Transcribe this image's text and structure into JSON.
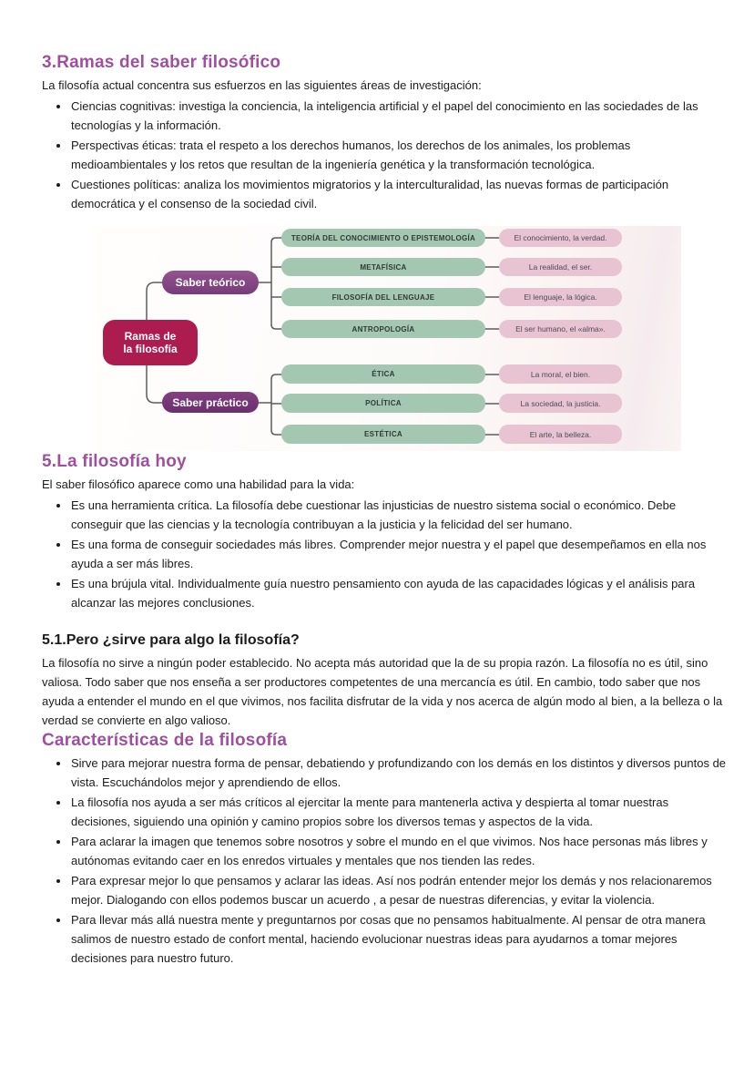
{
  "colors": {
    "heading": "#9e4f9d",
    "root_box": "#ad1c4f",
    "branch_box": "#7d3f7e",
    "discipline_box": "#a4c7b2",
    "object_box": "#e8c4d3"
  },
  "section_ramas": {
    "heading": "3.Ramas del saber filosófico",
    "intro": "La filosofía actual concentra sus esfuerzos en las siguientes áreas de investigación:",
    "bullets": [
      "Ciencias cognitivas: investiga la conciencia, la inteligencia artificial y el papel del conocimiento en las sociedades de las tecnologías y la información.",
      "Perspectivas éticas: trata el respeto a los derechos humanos, los derechos de los animales, los problemas medioambientales y los retos que resultan de la ingeniería genética y la transformación tecnológica.",
      "Cuestiones políticas: analiza los movimientos migratorios y la interculturalidad, las nuevas formas de participación democrática y el consenso de la sociedad civil."
    ]
  },
  "diagram": {
    "root_label": "Ramas de la filosofía",
    "theoretical": {
      "branch_label": "Saber teórico",
      "rows": [
        {
          "discipline": "TEORÍA DEL CONOCIMIENTO O EPISTEMOLOGÍA",
          "object": "El conocimiento, la verdad."
        },
        {
          "discipline": "METAFÍSICA",
          "object": "La realidad, el ser."
        },
        {
          "discipline": "FILOSOFÍA DEL LENGUAJE",
          "object": "El lenguaje, la lógica."
        },
        {
          "discipline": "ANTROPOLOGÍA",
          "object": "El ser humano, el «alma»."
        }
      ]
    },
    "practical": {
      "branch_label": "Saber práctico",
      "rows": [
        {
          "discipline": "ÉTICA",
          "object": "La moral, el bien."
        },
        {
          "discipline": "POLÍTICA",
          "object": "La sociedad, la justicia."
        },
        {
          "discipline": "ESTÉTICA",
          "object": "El arte, la belleza."
        }
      ]
    }
  },
  "section_hoy": {
    "heading": "5.La filosofía hoy",
    "intro": "El saber filosófico aparece como una habilidad para la vida:",
    "bullets": [
      "Es una herramienta crítica. La filosofía debe cuestionar las injusticias de nuestro sistema social o económico. Debe conseguir que las ciencias y la tecnología contribuyan a la justicia y la felicidad del ser humano.",
      "Es una forma de conseguir sociedades más libres. Comprender mejor nuestra y el papel que desempeñamos en ella nos ayuda a ser más libres.",
      "Es una brújula vital. Individualmente guía nuestro pensamiento con ayuda de las capacidades lógicas y el análisis para alcanzar las mejores conclusiones."
    ]
  },
  "section_sirve": {
    "heading": "5.1.Pero ¿sirve para algo la filosofía?",
    "paragraph": "La filosofía no sirve a ningún poder establecido. No acepta más autoridad que la de su propia razón. La filosofía no es útil, sino valiosa. Todo saber que nos enseña a ser productores competentes de una mercancía es útil. En cambio, todo saber que nos ayuda a entender el mundo en el que vivimos, nos facilita disfrutar de la vida y nos acerca de algún modo al bien, a la belleza o la verdad se convierte en algo valioso."
  },
  "section_caracteristicas": {
    "heading": "Características de la filosofía",
    "bullets": [
      "Sirve para mejorar nuestra forma de pensar, debatiendo y profundizando con los demás en los distintos y diversos puntos de vista. Escuchándolos mejor y aprendiendo de ellos.",
      "La filosofía nos ayuda a ser más críticos al ejercitar la mente para mantenerla activa y despierta al tomar nuestras decisiones, siguiendo una opinión y camino propios sobre los diversos temas y aspectos de la vida.",
      "Para aclarar la imagen que tenemos sobre nosotros y sobre el mundo en el que vivimos. Nos hace personas más libres y autónomas evitando caer en los enredos virtuales y mentales que nos tienden las redes.",
      "Para expresar mejor lo que pensamos y aclarar las ideas. Así nos podrán entender mejor los demás y nos relacionaremos mejor. Dialogando con ellos podemos buscar un acuerdo , a pesar de nuestras diferencias, y evitar la violencia.",
      "Para llevar más allá nuestra mente y preguntarnos por cosas que no pensamos habitualmente. Al pensar de otra manera salimos de nuestro estado de confort mental, haciendo evolucionar nuestras ideas para ayudarnos a tomar mejores decisiones para nuestro futuro."
    ]
  }
}
